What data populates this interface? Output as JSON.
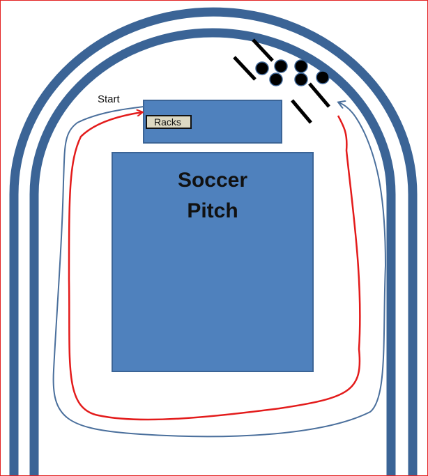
{
  "diagram": {
    "start_label": "Start",
    "racks_label": "Racks",
    "pitch_label_line1": "Soccer",
    "pitch_label_line2": "Pitch"
  },
  "colors": {
    "track": "#3b6496",
    "fill": "#4f81bd",
    "route_red": "#e31b1b",
    "route_blue": "#4a6f9c",
    "border": "#e32222"
  }
}
